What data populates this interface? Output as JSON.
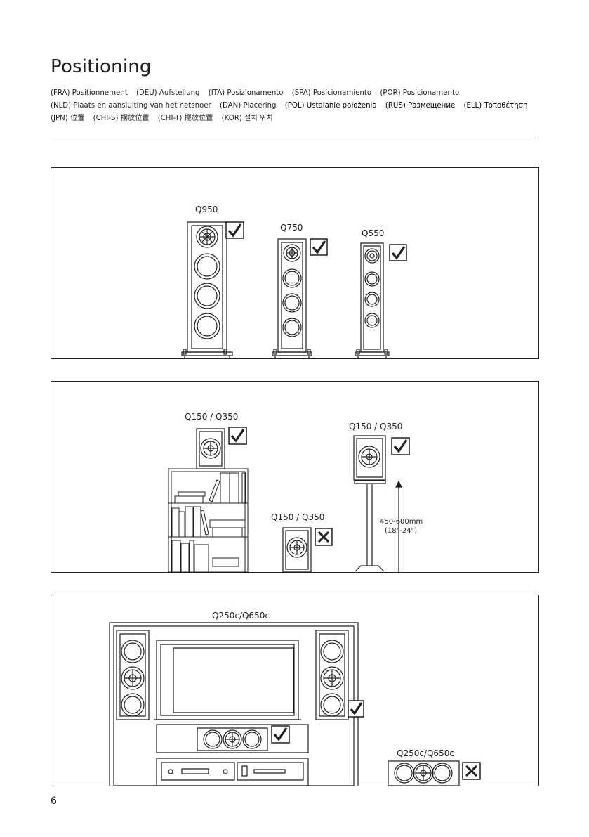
{
  "page": {
    "title": "Positioning",
    "page_number": "6"
  },
  "languages": {
    "row1": [
      "(FRA) Positionnement",
      "(DEU) Aufstellung",
      "(ITA) Posizionamento",
      "(SPA) Posicionamiento",
      "(POR) Posicionamento"
    ],
    "row2": [
      "(NLD) Plaats en aansluiting van het netsnoer",
      "(DAN) Placering",
      "(POL) Ustalanie położenia",
      "(RUS) Размещение",
      "(ELL) Τοποθέτηση"
    ],
    "row3": [
      "(JPN) 位置",
      "(CHI-S) 摆放位置",
      "(CHI-T) 擺放位置",
      "(KOR) 설치 위치"
    ]
  },
  "panel_floorstanding": {
    "models": [
      "Q950",
      "Q750",
      "Q550"
    ],
    "status_icons": [
      "check-mark-icon",
      "check-mark-icon",
      "check-mark-icon"
    ]
  },
  "panel_bookshelf": {
    "label_shelf": "Q150 / Q350",
    "label_stand": "Q150 / Q350",
    "label_floor": "Q150 / Q350",
    "stand_height": "450-600mm",
    "stand_height_imperial": "(18\"-24\")",
    "status_icons": [
      "check-mark-icon",
      "check-mark-icon",
      "cross-mark-icon"
    ]
  },
  "panel_center": {
    "label_cabinet": "Q250c/Q650c",
    "label_floor": "Q250c/Q650c",
    "status_icons": [
      "check-mark-icon",
      "check-mark-icon",
      "cross-mark-icon"
    ]
  }
}
